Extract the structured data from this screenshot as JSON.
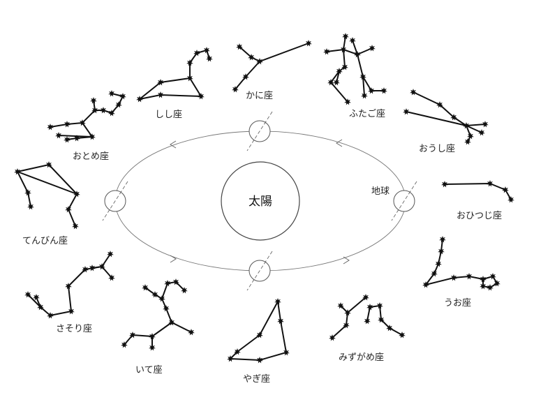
{
  "sun_label": "太陽",
  "earth_label": "地球",
  "constellations": [
    {
      "id": "kani",
      "label": "かに座"
    },
    {
      "id": "futago",
      "label": "ふたご座"
    },
    {
      "id": "oushi",
      "label": "おうし座"
    },
    {
      "id": "ohitsuji",
      "label": "おひつじ座"
    },
    {
      "id": "uo",
      "label": "うお座"
    },
    {
      "id": "mizugame",
      "label": "みずがめ座"
    },
    {
      "id": "yagi",
      "label": "やぎ座"
    },
    {
      "id": "ite",
      "label": "いて座"
    },
    {
      "id": "sasori",
      "label": "さそり座"
    },
    {
      "id": "tenbin",
      "label": "てんびん座"
    },
    {
      "id": "otome",
      "label": "おとめ座"
    },
    {
      "id": "shishi",
      "label": "しし座"
    }
  ]
}
